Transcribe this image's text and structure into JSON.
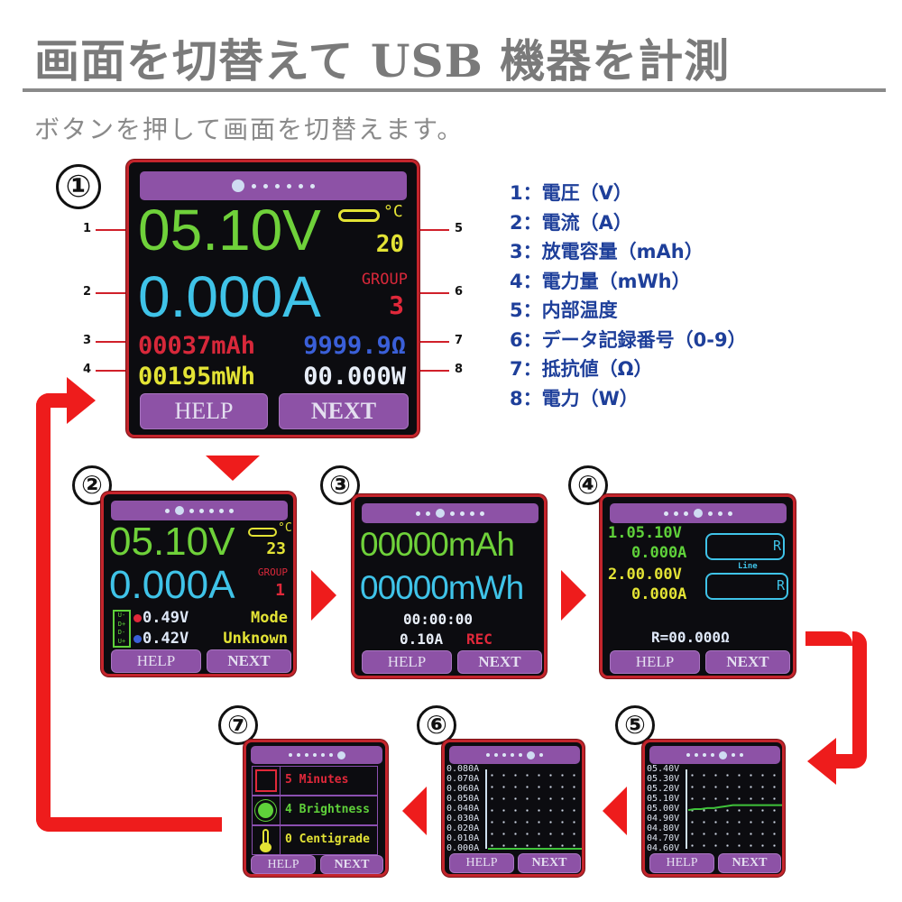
{
  "header": {
    "title": "画面を切替えて USB 機器を計測",
    "subtitle": "ボタンを押して画面を切替えます。"
  },
  "legend": [
    "1：電圧（V）",
    "2：電流（A）",
    "3：放電容量（mAh）",
    "4：電力量（mWh）",
    "5：内部温度",
    "6：データ記録番号（0-9）",
    "7：抵抗値（Ω）",
    "8：電力（W）"
  ],
  "markers": [
    "①",
    "②",
    "③",
    "④",
    "⑤",
    "⑥",
    "⑦"
  ],
  "callouts": [
    "1",
    "2",
    "3",
    "4",
    "5",
    "6",
    "7",
    "8"
  ],
  "buttons": {
    "help": "HELP",
    "next": "NEXT"
  },
  "colors": {
    "frame": "#c4252c",
    "bar": "#8d52a6",
    "green": "#6fd13a",
    "cyan": "#3fc3e8",
    "red": "#e0283a",
    "yellow": "#e3e335",
    "blue": "#3a5fd8",
    "arrow": "#ee1c1c",
    "legend": "#1e3f9a"
  },
  "screen1": {
    "page": 1,
    "voltage": "05.10V",
    "temp_unit": "°C",
    "temp": "20",
    "group_label": "GROUP",
    "group": "3",
    "capacity": "00037mAh",
    "resistance": "9999.9Ω",
    "energy": "00195mWh",
    "power": "00.000W"
  },
  "screen2": {
    "page": 2,
    "voltage": "05.10V",
    "temp_unit": "°C",
    "temp": "23",
    "group_label": "GROUP",
    "group": "1",
    "dplus": "0.49V",
    "dminus": "0.42V",
    "mode_label": "Mode",
    "mode": "Unknown",
    "port_pins": [
      "U-",
      "D+",
      "D-",
      "U+"
    ]
  },
  "screen3": {
    "page": 3,
    "capacity": "00000mAh",
    "energy": "00000mWh",
    "time": "00:00:00",
    "threshold": "0.10A",
    "rec": "REC"
  },
  "screen4": {
    "page": 4,
    "line1_v": "1.05.10V",
    "line1_a": "0.000A",
    "line2_v": "2.00.00V",
    "line2_a": "0.000A",
    "cable_label": "Line",
    "r_label": "R",
    "resistance": "R=00.000Ω"
  },
  "screen5": {
    "page": 5
  },
  "screen6": {
    "page": 6
  },
  "screen7": {
    "page": 7,
    "items": [
      {
        "icon": "clock-icon",
        "text": "5 Minutes",
        "color": "#e0283a"
      },
      {
        "icon": "sun-icon",
        "text": "4 Brightness",
        "color": "#5fd13a"
      },
      {
        "icon": "thermometer-icon",
        "text": "0 Centigrade",
        "color": "#e3e335"
      }
    ]
  },
  "chart_data": [
    {
      "type": "line",
      "screen": 5,
      "ylim": [
        4.6,
        5.4
      ],
      "yticks": [
        "05.40V",
        "05.30V",
        "05.20V",
        "05.10V",
        "05.00V",
        "04.90V",
        "04.80V",
        "04.70V",
        "04.60V"
      ],
      "grid": true,
      "values": [
        4.99,
        5.0,
        5.0,
        5.01,
        5.01,
        5.02,
        5.03,
        5.04,
        5.04,
        5.04,
        5.04,
        5.04,
        5.04,
        5.04,
        5.04,
        5.04
      ],
      "color": "#3fc23a"
    },
    {
      "type": "line",
      "screen": 6,
      "ylim": [
        0,
        0.08
      ],
      "yticks": [
        "0.080A",
        "0.070A",
        "0.060A",
        "0.050A",
        "0.040A",
        "0.030A",
        "0.020A",
        "0.010A",
        "0.000A"
      ],
      "grid": true,
      "values": [
        0,
        0,
        0,
        0,
        0,
        0,
        0,
        0,
        0,
        0,
        0,
        0,
        0,
        0,
        0,
        0
      ],
      "color": "#3fc23a"
    }
  ]
}
